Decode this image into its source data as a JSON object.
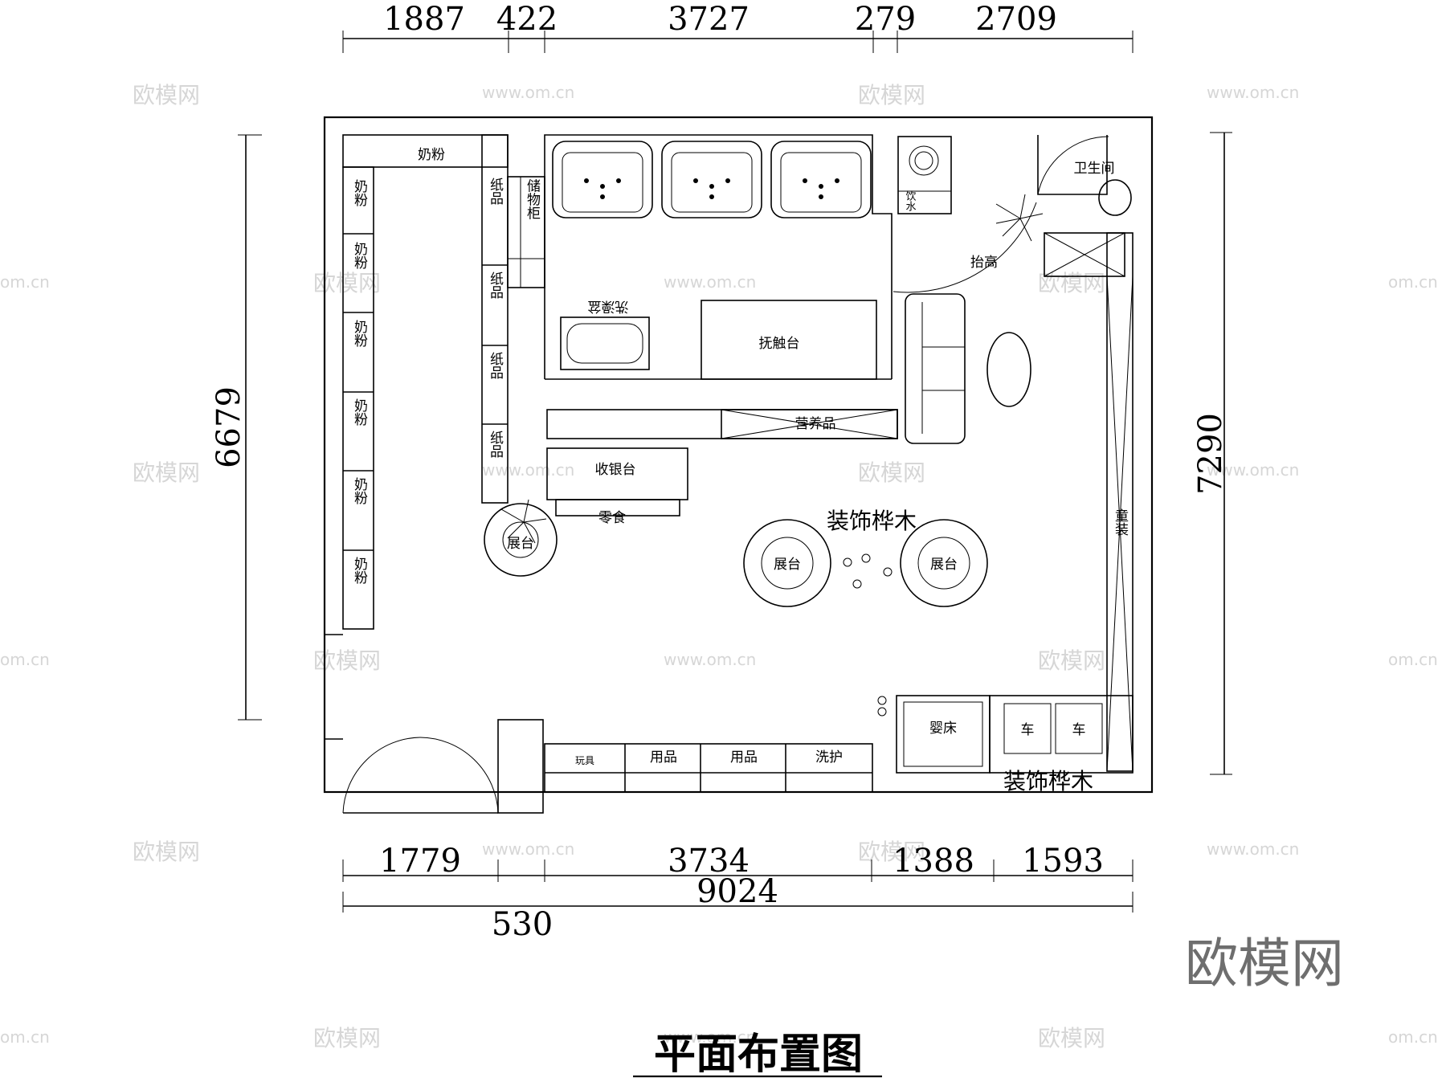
{
  "dimensions": {
    "top": [
      "1887",
      "422",
      "3727",
      "279",
      "2709"
    ],
    "bottom": [
      "1779",
      "3734",
      "1388",
      "1593"
    ],
    "bottom_total": "9024",
    "bottom_sub": "530",
    "left": "6679",
    "right": "7290"
  },
  "rooms": {
    "milk_powder": "奶粉",
    "paper_goods": "纸品",
    "storage_cabinet": "储物柜",
    "bath_tub": "洗澡盆",
    "massage_table": "抚触台",
    "nutrition": "营养品",
    "cashier": "收银台",
    "snacks": "零食",
    "display": "展台",
    "decor_birch": "装饰桦木",
    "restroom": "卫生间",
    "raised": "抬高",
    "water_dispenser": "饮水",
    "kids_wear": "童装",
    "crib": "婴床",
    "cart": "车",
    "supplies": "用品",
    "wash_care": "洗护",
    "toys": "玩具"
  },
  "watermark": {
    "brand": "欧模网",
    "url": "www.om.cn",
    "url_short": "om.cn"
  },
  "title": "平面布置图"
}
